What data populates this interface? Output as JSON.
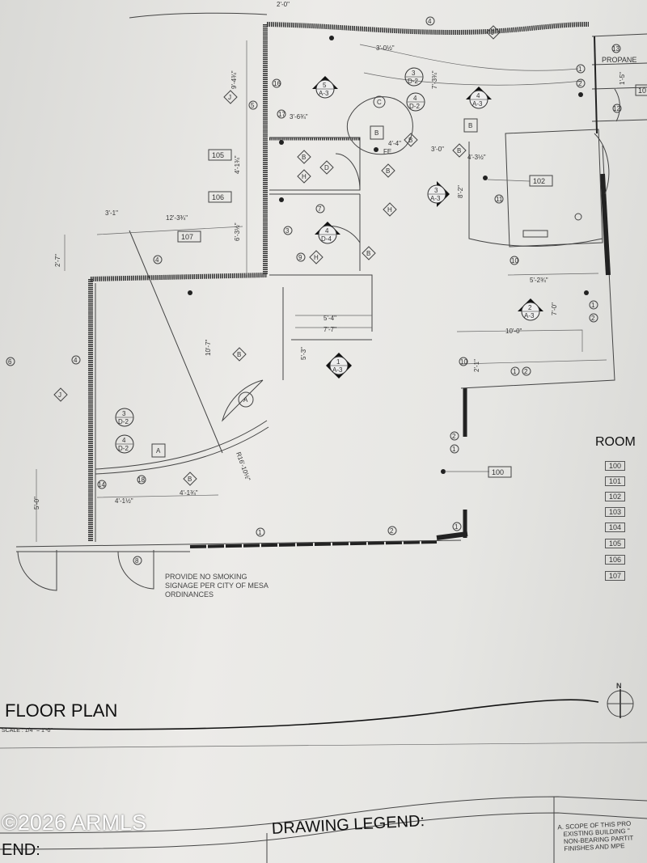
{
  "title": "FLOOR PLAN",
  "scale": "SCALE :  1/4\" = 1'-0\"",
  "note": "PROVIDE NO SMOKING\nSIGNAGE PER CITY OF MESA\nORDINANCES",
  "drawing_legend": "DRAWING LEGEND:",
  "legend_left": "END:",
  "watermark": "©2026 ARMLS",
  "general_notes": "A. SCOPE OF THIS PRO\n   EXISTING BUILDING \"\n   NON-BEARING PARTIT\n   FINISHES AND MPE",
  "north": "N",
  "propane": "PROPANE",
  "room_schedule": {
    "header": "ROOM",
    "rooms": [
      "100",
      "101",
      "102",
      "103",
      "104",
      "105",
      "106",
      "107"
    ]
  },
  "room_tags": [
    "105",
    "106",
    "107",
    "102",
    "100",
    "10"
  ],
  "dimensions": [
    "2'-0\"",
    "9'-4¾\"",
    "3'-6¾\"",
    "4'-1¾\"",
    "6'-3½\"",
    "3'-1\"",
    "12'-3¾\"",
    "2'-7\"",
    "3'-0½\"",
    "7'-3¾\"",
    "4'-4\"",
    "3'-0\"",
    "4'-3½\"",
    "8'-2\"",
    "5'-2¾\"",
    "7'-0\"",
    "10'-0\"",
    "5'-4\"",
    "7'-7\"",
    "5'-3\"",
    "10'-7\"",
    "2'-1\"",
    "4'-1½\"",
    "4'-1¾\"",
    "R16'-10½\"",
    "5'-0\"",
    "1'-5\""
  ],
  "keynotes": [
    "4",
    "16",
    "17",
    "5",
    "3",
    "7",
    "9",
    "4",
    "1",
    "2",
    "11",
    "10",
    "1",
    "2",
    "10",
    "1",
    "2",
    "2",
    "1",
    "1",
    "2",
    "1",
    "14",
    "18",
    "8",
    "13",
    "12",
    "6",
    "4"
  ],
  "section_markers": [
    {
      "num": "5",
      "sheet": "A-3"
    },
    {
      "num": "3",
      "sheet": "D-2"
    },
    {
      "num": "4",
      "sheet": "D-2"
    },
    {
      "num": "4",
      "sheet": "A-3"
    },
    {
      "num": "3",
      "sheet": "A-3"
    },
    {
      "num": "4",
      "sheet": "D-4"
    },
    {
      "num": "2",
      "sheet": "A-3"
    },
    {
      "num": "1",
      "sheet": "A-3"
    },
    {
      "num": "3",
      "sheet": "D-2"
    },
    {
      "num": "4",
      "sheet": "D-2"
    }
  ],
  "door_tags": [
    "B",
    "D",
    "H",
    "B",
    "H",
    "B",
    "B",
    "H",
    "C",
    "B",
    "A",
    "B",
    "B"
  ],
  "wall_tags": [
    "J",
    "J",
    "J",
    "A",
    "B",
    "B"
  ],
  "fe_label": "FE"
}
